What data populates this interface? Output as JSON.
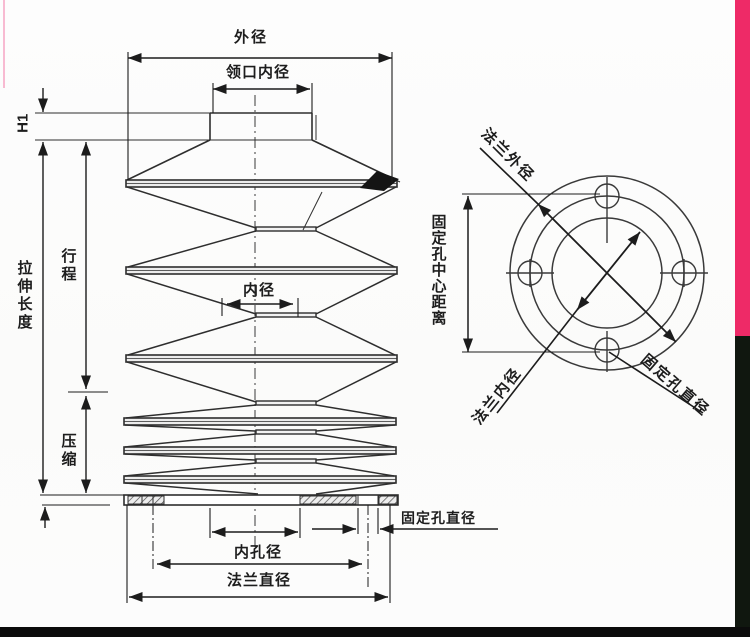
{
  "diagram": {
    "front_view": {
      "labels": {
        "outer_diameter": "外径",
        "collar_inner_diameter": "领口内径",
        "h1": "H1",
        "stretched_length": "拉伸长度",
        "stroke": "行程",
        "compression": "压缩",
        "inner_diameter": "内径",
        "fixing_hole_diameter": "固定孔直径",
        "inner_hole_diameter": "内孔径",
        "flange_diameter": "法兰直径"
      }
    },
    "flange_view": {
      "labels": {
        "flange_outer_diameter": "法兰外径",
        "fixing_hole_center_distance": "固定孔中心距离",
        "flange_inner_diameter": "法兰内径",
        "fixing_hole_diameter": "固定孔直径"
      }
    },
    "colors": {
      "line": "#2e2e2e",
      "accent_pink": "#ee2a67",
      "edge_dark": "#10170f",
      "bottom_bar": "#0b0b0b"
    }
  }
}
